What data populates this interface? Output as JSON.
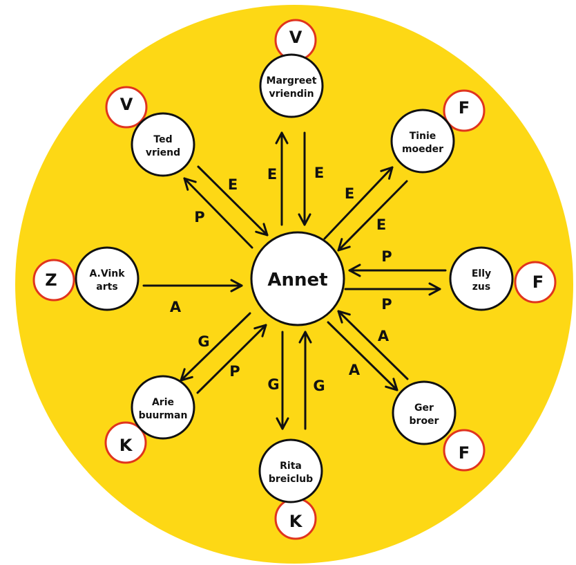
{
  "colors": {
    "background": "#FDD815",
    "node_fill": "#FFFFFF",
    "node_stroke": "#111111",
    "badge_stroke": "#E0341D",
    "arrow": "#111111"
  },
  "center": {
    "label": "Annet"
  },
  "nodes": [
    {
      "id": "margreet",
      "line1": "Margreet",
      "line2": "vriendin",
      "badge": "V"
    },
    {
      "id": "tinie",
      "line1": "Tinie",
      "line2": "moeder",
      "badge": "F"
    },
    {
      "id": "elly",
      "line1": "Elly",
      "line2": "zus",
      "badge": "F"
    },
    {
      "id": "ger",
      "line1": "Ger",
      "line2": "broer",
      "badge": "F"
    },
    {
      "id": "rita",
      "line1": "Rita",
      "line2": "breiclub",
      "badge": "K"
    },
    {
      "id": "arie",
      "line1": "Arie",
      "line2": "buurman",
      "badge": "K"
    },
    {
      "id": "avink",
      "line1": "A.Vink",
      "line2": "arts",
      "badge": "Z"
    },
    {
      "id": "ted",
      "line1": "Ted",
      "line2": "vriend",
      "badge": "V"
    }
  ],
  "arrows": [
    {
      "node": "margreet",
      "direction": "to_node",
      "label": "E"
    },
    {
      "node": "margreet",
      "direction": "to_center",
      "label": "E"
    },
    {
      "node": "tinie",
      "direction": "to_node",
      "label": "E"
    },
    {
      "node": "tinie",
      "direction": "to_center",
      "label": "E"
    },
    {
      "node": "elly",
      "direction": "to_center",
      "label": "P"
    },
    {
      "node": "elly",
      "direction": "to_node",
      "label": "P"
    },
    {
      "node": "ger",
      "direction": "to_center",
      "label": "A"
    },
    {
      "node": "ger",
      "direction": "to_node",
      "label": "A"
    },
    {
      "node": "rita",
      "direction": "to_node",
      "label": "G"
    },
    {
      "node": "rita",
      "direction": "to_center",
      "label": "G"
    },
    {
      "node": "arie",
      "direction": "to_node",
      "label": "G"
    },
    {
      "node": "arie",
      "direction": "to_center",
      "label": "P"
    },
    {
      "node": "avink",
      "direction": "to_center",
      "label": "A"
    },
    {
      "node": "ted",
      "direction": "to_node",
      "label": "P"
    },
    {
      "node": "ted",
      "direction": "to_center",
      "label": "E"
    }
  ]
}
